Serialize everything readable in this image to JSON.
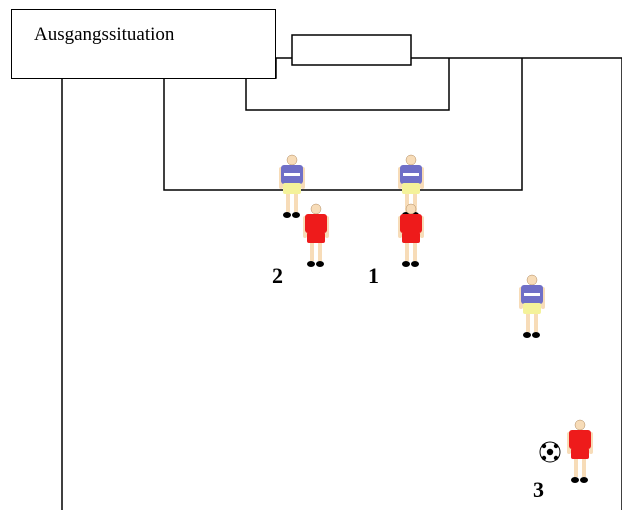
{
  "title": "Ausgangssituation",
  "colors": {
    "line": "#000000",
    "team_blue_shirt": "#6f6fc7",
    "team_blue_shorts": "#f4f29a",
    "team_red": "#ee1b1b",
    "skin": "#f7dcb8",
    "boots": "#000000"
  },
  "labels": {
    "player_1": "1",
    "player_2": "2",
    "player_3": "3"
  },
  "players": [
    {
      "team": "blue",
      "name": "defender-left"
    },
    {
      "team": "blue",
      "name": "defender-center"
    },
    {
      "team": "blue",
      "name": "defender-right"
    },
    {
      "team": "red",
      "name": "attacker-2",
      "label": "2"
    },
    {
      "team": "red",
      "name": "attacker-1",
      "label": "1"
    },
    {
      "team": "red",
      "name": "attacker-3",
      "label": "3"
    }
  ],
  "ball": {
    "icon": "soccer-ball-icon"
  }
}
